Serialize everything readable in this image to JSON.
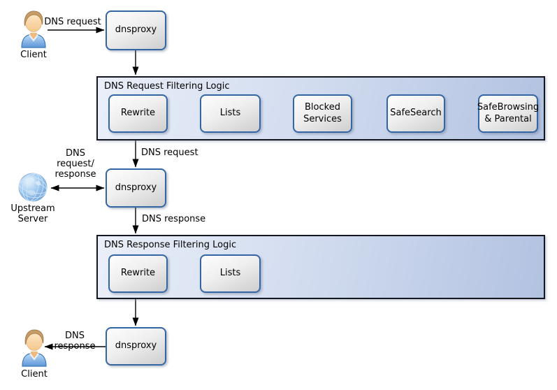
{
  "icons": {
    "client_top": "person-icon",
    "client_bottom": "person-icon",
    "upstream": "globe-icon"
  },
  "nodes": {
    "client_top_label": "Client",
    "client_bottom_label": "Client",
    "upstream_label": "Upstream\nServer",
    "proxy_top": "dnsproxy",
    "proxy_middle": "dnsproxy",
    "proxy_bottom": "dnsproxy"
  },
  "request_container": {
    "title": "DNS Request Filtering Logic",
    "steps": [
      "Rewrite",
      "Lists",
      "Blocked\nServices",
      "SafeSearch",
      "SafeBrowsing\n& Parental"
    ]
  },
  "response_container": {
    "title": "DNS Response Filtering Logic",
    "steps": [
      "Rewrite",
      "Lists"
    ]
  },
  "edge_labels": {
    "client_request": "DNS request",
    "filtered_request": "DNS request",
    "upstream_exchange": "DNS\nrequest/\nresponse",
    "proxy_response": "DNS response",
    "client_response": "DNS response"
  },
  "colors": {
    "container_border": "#14171f",
    "container_fill_left": "#eaeff8",
    "container_fill_right": "#b2c2e1",
    "node_border": "#3465a4",
    "node_fill_top": "#fdfdfd",
    "node_fill_bottom": "#cecece",
    "arrow": "#000000",
    "globe_blue": "#5b93cf",
    "shirt_blue": "#5e97d8",
    "hair_brown": "#c69c68"
  }
}
